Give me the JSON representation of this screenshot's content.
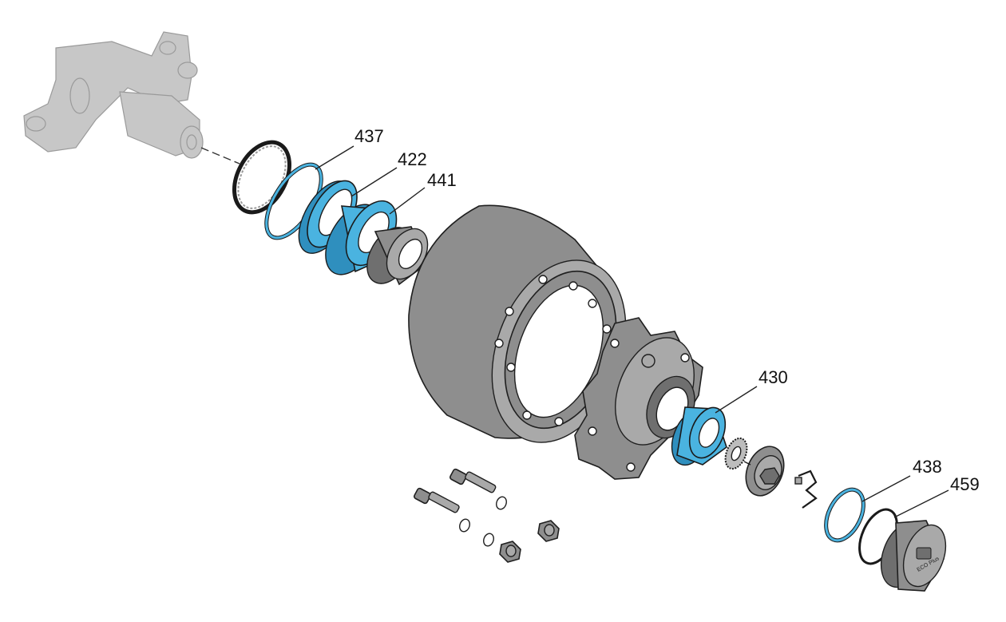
{
  "diagram": {
    "parts": [
      {
        "id": "knuckle",
        "name": "steering-knuckle"
      },
      {
        "id": "abs",
        "name": "abs-tone-ring"
      },
      {
        "id": "p437",
        "name": "snap-ring"
      },
      {
        "id": "p422",
        "name": "seal"
      },
      {
        "id": "p441",
        "name": "inner-bearing"
      },
      {
        "id": "cone",
        "name": "bearing-cone"
      },
      {
        "id": "drum",
        "name": "brake-drum"
      },
      {
        "id": "hub",
        "name": "wheel-hub"
      },
      {
        "id": "p430",
        "name": "outer-bearing"
      },
      {
        "id": "washer",
        "name": "lock-washer"
      },
      {
        "id": "nut",
        "name": "spindle-nut"
      },
      {
        "id": "clip",
        "name": "retainer-clip"
      },
      {
        "id": "p438",
        "name": "cap-snap-ring"
      },
      {
        "id": "p459",
        "name": "o-ring"
      },
      {
        "id": "cap",
        "name": "hub-cap"
      },
      {
        "id": "hardware",
        "name": "bolts-and-nuts"
      }
    ],
    "callouts": {
      "c437": "437",
      "c422": "422",
      "c441": "441",
      "c430": "430",
      "c438": "438",
      "c459": "459"
    },
    "cap_text": "ECO Plus"
  }
}
